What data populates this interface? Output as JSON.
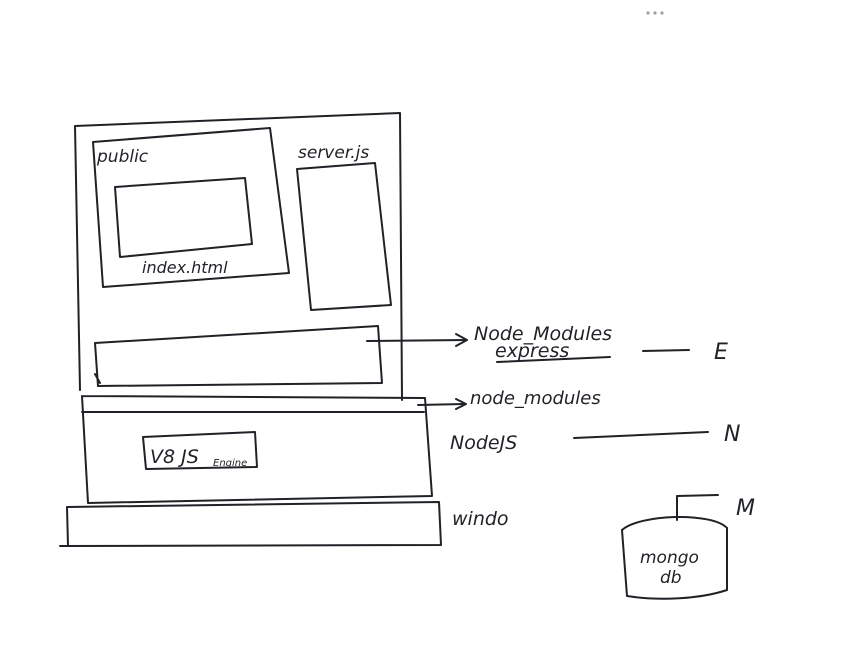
{
  "toolbar": {
    "more_icon": "more-horizontal-icon"
  },
  "diagram": {
    "labels": {
      "public": "public",
      "server_js": "server.js",
      "index_html": "index.html",
      "node_modules_top": "Node_Modules",
      "express": "express",
      "node_modules_bottom": "node_modules",
      "nodejs": "NodeJS",
      "v8": "V8 JS",
      "engine": "Engine",
      "window": "windo",
      "mongo": "mongo",
      "db": "db",
      "e": "E",
      "n": "N",
      "m": "M"
    }
  }
}
